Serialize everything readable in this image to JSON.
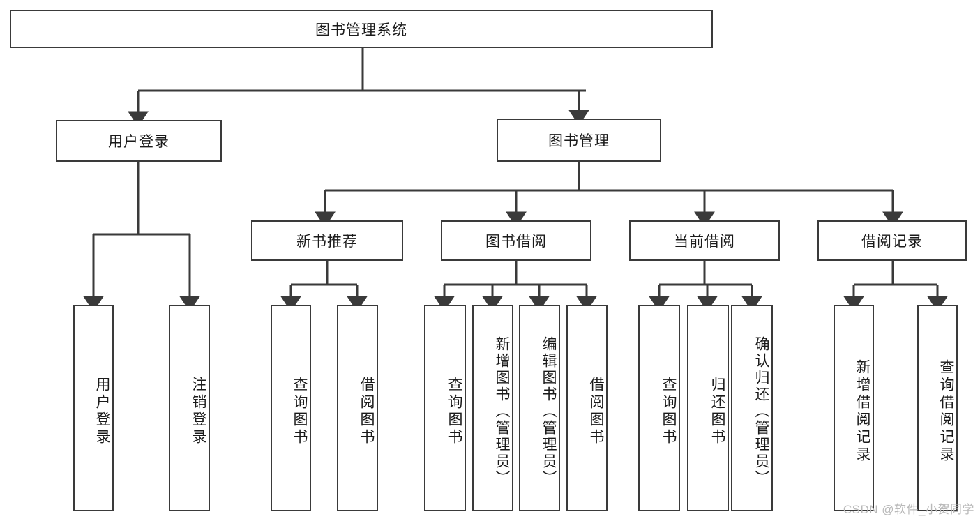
{
  "diagram": {
    "title": "图书管理系统",
    "level2": [
      {
        "id": "user-login",
        "label": "用户登录"
      },
      {
        "id": "book-manage",
        "label": "图书管理"
      }
    ],
    "level3": [
      {
        "id": "new-book-recommend",
        "label": "新书推荐"
      },
      {
        "id": "book-borrow",
        "label": "图书借阅"
      },
      {
        "id": "current-borrow",
        "label": "当前借阅"
      },
      {
        "id": "borrow-record",
        "label": "借阅记录"
      }
    ],
    "leaves": [
      {
        "id": "leaf-user-login",
        "label": "用户登录"
      },
      {
        "id": "leaf-logout-login",
        "label": "注销登录"
      },
      {
        "id": "leaf-query-book-1",
        "label": "查询图书"
      },
      {
        "id": "leaf-borrow-book-1",
        "label": "借阅图书"
      },
      {
        "id": "leaf-query-book-2",
        "label": "查询图书"
      },
      {
        "id": "leaf-add-book-admin",
        "label": "新增图书（管理员）"
      },
      {
        "id": "leaf-edit-book-admin",
        "label": "编辑图书（管理员）"
      },
      {
        "id": "leaf-borrow-book-2",
        "label": "借阅图书"
      },
      {
        "id": "leaf-query-book-3",
        "label": "查询图书"
      },
      {
        "id": "leaf-return-book",
        "label": "归还图书"
      },
      {
        "id": "leaf-confirm-return-admin",
        "label": "确认归还（管理员）"
      },
      {
        "id": "leaf-add-borrow-record",
        "label": "新增借阅记录"
      },
      {
        "id": "leaf-query-borrow-record",
        "label": "查询借阅记录"
      }
    ],
    "watermark": "CSDN @软件_小贺同学",
    "colors": {
      "stroke": "#3a3a3a",
      "fill": "#ffffff",
      "text": "#1a1a1a",
      "watermark": "#b9b9b9"
    }
  }
}
